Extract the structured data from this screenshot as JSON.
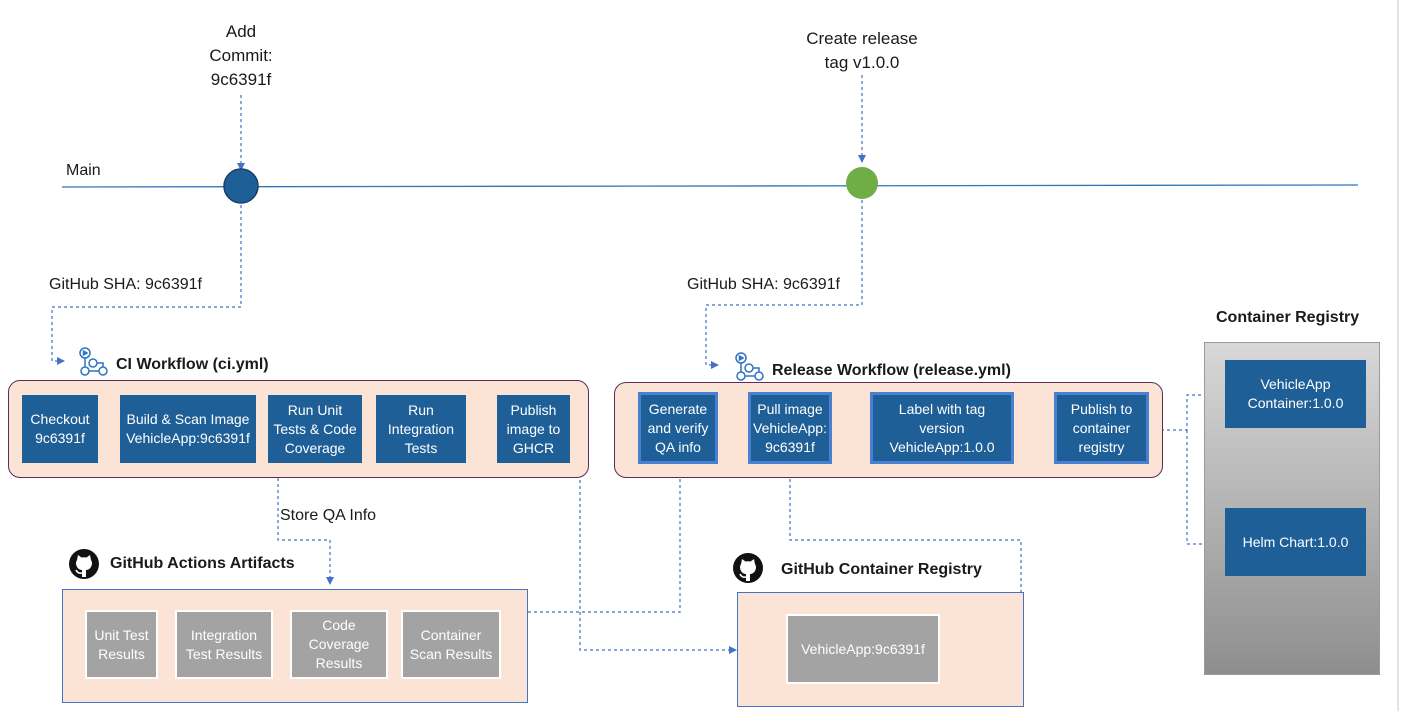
{
  "triggers": {
    "commit": "Add\nCommit:\n9c6391f",
    "release": "Create release\ntag v1.0.0"
  },
  "branch_label": "Main",
  "sha_label_ci": "GitHub SHA: 9c6391f",
  "sha_label_release": "GitHub SHA: 9c6391f",
  "store_qa_label": "Store QA Info",
  "ci_workflow": {
    "title": "CI Workflow (ci.yml)",
    "steps": [
      "Checkout\n9c6391f",
      "Build & Scan Image\nVehicleApp:9c6391f",
      "Run Unit\nTests & Code\nCoverage",
      "Run\nIntegration\nTests",
      "Publish\nimage to\nGHCR"
    ]
  },
  "release_workflow": {
    "title": "Release Workflow (release.yml)",
    "steps": [
      "Generate\nand verify\nQA info",
      "Pull image\nVehicleApp:\n9c6391f",
      "Label with tag\nversion\nVehicleApp:1.0.0",
      "Publish to\ncontainer\nregistry"
    ]
  },
  "artifacts": {
    "title": "GitHub Actions Artifacts",
    "items": [
      "Unit Test\nResults",
      "Integration\nTest Results",
      "Code\nCoverage\nResults",
      "Container\nScan Results"
    ]
  },
  "ghcr": {
    "title": "GitHub Container Registry",
    "item": "VehicleApp:9c6391f"
  },
  "container_registry": {
    "title": "Container Registry",
    "items": [
      "VehicleApp\nContainer:1.0.0",
      "Helm Chart:1.0.0"
    ]
  },
  "colors": {
    "commit_node": "#1f5f97",
    "release_node": "#70ad47",
    "step_fill": "#1f5f97",
    "panel_fill": "#fbe3d6",
    "artifact_fill": "#a3a3a3",
    "connector": "#4472c4"
  },
  "icons": {
    "workflow": "github-actions-workflow-icon",
    "github": "github-octocat-icon"
  }
}
